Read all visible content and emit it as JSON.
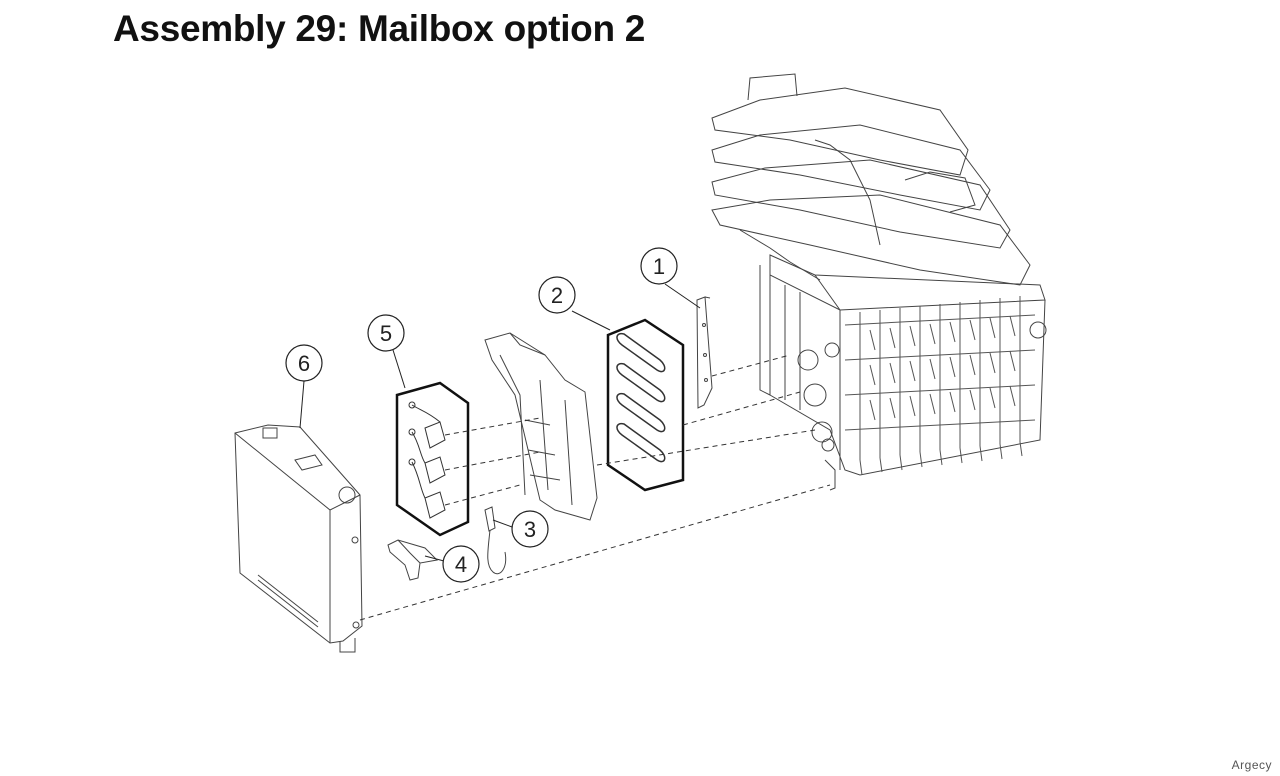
{
  "title": "Assembly 29: Mailbox option 2",
  "watermark": "Argecy",
  "callouts": [
    {
      "label": "1"
    },
    {
      "label": "2"
    },
    {
      "label": "3"
    },
    {
      "label": "4"
    },
    {
      "label": "5"
    },
    {
      "label": "6"
    }
  ]
}
